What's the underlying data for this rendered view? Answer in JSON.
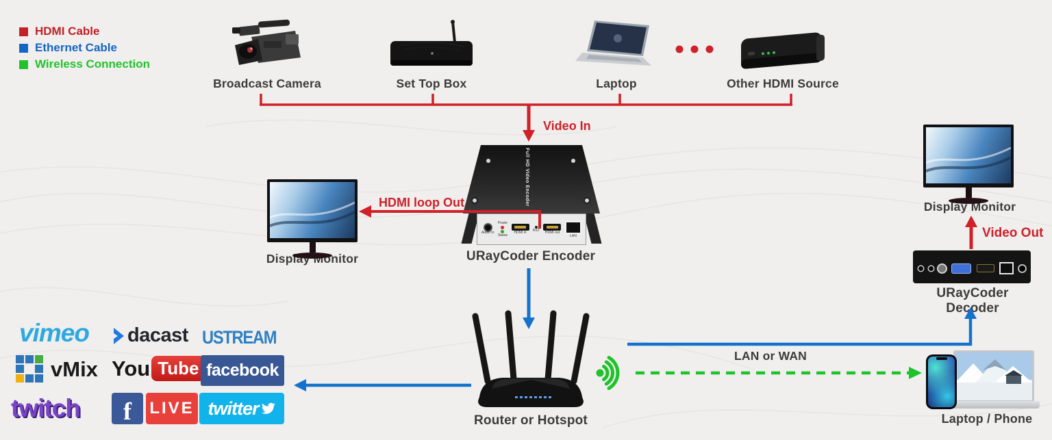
{
  "legend": {
    "items": [
      {
        "label": "HDMI Cable",
        "color": "#c32127"
      },
      {
        "label": "Ethernet Cable",
        "color": "#1566c4"
      },
      {
        "label": "Wireless Connection",
        "color": "#1fc32b"
      }
    ]
  },
  "sources": {
    "broadcast_camera": "Broadcast Camera",
    "set_top_box": "Set Top Box",
    "laptop": "Laptop",
    "other_hdmi": "Other HDMI Source"
  },
  "flow": {
    "video_in": "Video In",
    "hdmi_loop_out": "HDMI loop Out",
    "video_out": "Video Out",
    "lan_or_wan": "LAN or WAN"
  },
  "devices": {
    "encoder": {
      "label": "URayCoder Encoder",
      "top_text": "Full HD Video Encoder",
      "ports": {
        "audio": "Audio In",
        "power": "Power",
        "status": "Status",
        "hdmi_in": "HDMI in",
        "rst": "RST",
        "hdmi_out": "HDMI out",
        "lan": "LAN"
      }
    },
    "decoder": {
      "label": "URayCoder Decoder"
    },
    "display_monitor_left": "Display Monitor",
    "display_monitor_right": "Display Monitor",
    "router": "Router or Hotspot",
    "laptop_phone": "Laptop / Phone"
  },
  "services": {
    "vimeo": "vimeo",
    "dacast": "dacast",
    "ustream": "USTREAM",
    "vmix": "vMix",
    "youtube": {
      "you": "You",
      "tube": "Tube"
    },
    "facebook": "facebook",
    "twitch": "twitch",
    "facebook_live": {
      "f": "f",
      "live": "LIVE"
    },
    "twitter": "twitter"
  },
  "colors": {
    "hdmi_red": "#c32127",
    "ethernet_blue": "#1566c4",
    "wireless_green": "#1fc32b",
    "background": "#f0efed"
  }
}
